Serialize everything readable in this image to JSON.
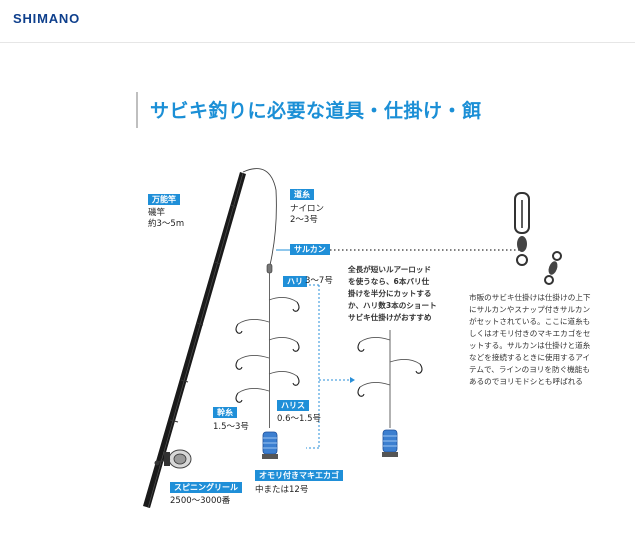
{
  "header": {
    "brand": "SHIMANO"
  },
  "page": {
    "title": "サビキ釣りに必要な道具・仕掛け・餌"
  },
  "labels": {
    "rod_tag": "万能竿",
    "rod_desc_1": "磯竿",
    "rod_desc_2": "約3〜5m",
    "line_tag": "道糸",
    "line_desc_1": "ナイロン",
    "line_desc_2": "2〜3号",
    "swivel_tag": "サルカン",
    "hook_tag": "ハリ",
    "hook_desc": "3〜7号",
    "mainline_tag": "幹糸",
    "mainline_desc": "1.5〜3号",
    "harisu_tag": "ハリス",
    "harisu_desc": "0.6〜1.5号",
    "sinker_tag": "オモリ付きマキエカゴ",
    "sinker_desc": "中または12号",
    "reel_tag": "スピニングリール",
    "reel_desc": "2500〜3000番"
  },
  "short_rig_note": [
    "全長が短いルアーロッド",
    "を使うなら、6本バリ仕",
    "掛けを半分にカットする",
    "か、ハリ数3本のショート",
    "サビキ仕掛けがおすすめ"
  ],
  "swivel_note": [
    "市販のサビキ仕掛けは仕掛けの上下",
    "にサルカンやスナップ付きサルカン",
    "がセットされている。ここに道糸も",
    "しくはオモリ付きのマキエカゴをセ",
    "ットする。サルカンは仕掛けと道糸",
    "などを接続するときに使用するアイ",
    "テムで、ラインのヨリを防ぐ機能も",
    "あるのでヨリモドシとも呼ばれる"
  ]
}
